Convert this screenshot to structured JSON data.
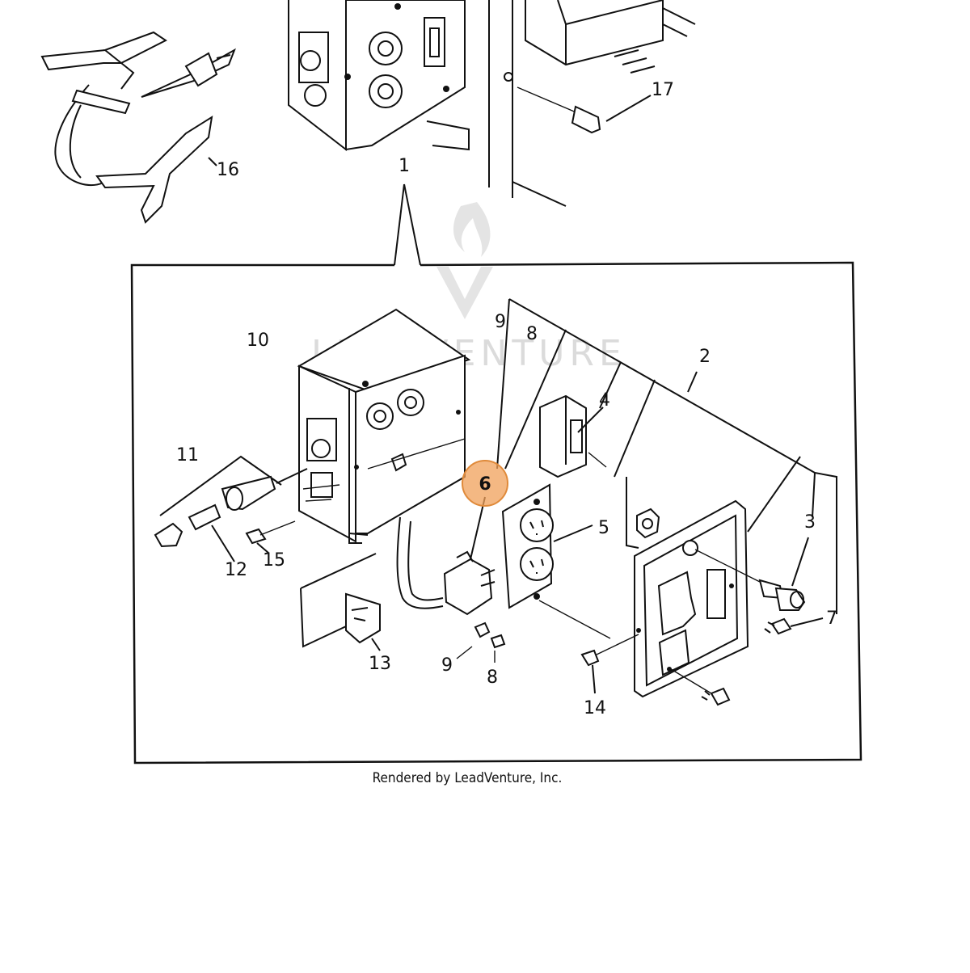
{
  "diagram": {
    "footer_text": "Rendered by LeadVenture, Inc.",
    "watermark_text": "LEADVENTURE",
    "highlight_color": "#f0a05a",
    "highlighted_callout": "6",
    "callouts": {
      "c1": "1",
      "c2": "2",
      "c3": "3",
      "c4": "4",
      "c5": "5",
      "c6": "6",
      "c7": "7",
      "c8a": "8",
      "c8b": "8",
      "c9a": "9",
      "c9b": "9",
      "c10": "10",
      "c11": "11",
      "c12": "12",
      "c13": "13",
      "c14": "14",
      "c15": "15",
      "c16": "16",
      "c17": "17"
    }
  }
}
